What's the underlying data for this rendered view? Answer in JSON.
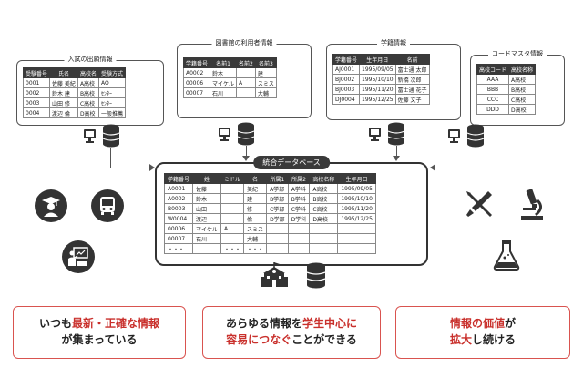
{
  "panels": [
    {
      "title": "入試の出願情報",
      "headers": [
        "受験番号",
        "氏名",
        "高校名",
        "受験方式"
      ],
      "rows": [
        [
          "0001",
          "佐藤 美紀",
          "A高校",
          "AO"
        ],
        [
          "0002",
          "鈴木 建",
          "B高校",
          "ｾﾝﾀｰ"
        ],
        [
          "0003",
          "山田 修",
          "C高校",
          "ｾﾝﾀｰ"
        ],
        [
          "0004",
          "渡辺 倫",
          "D高校",
          "一般推薦"
        ]
      ]
    },
    {
      "title": "図書館の利用者情報",
      "headers": [
        "学籍番号",
        "名前1",
        "名前2",
        "名前3"
      ],
      "rows": [
        [
          "A0002",
          "鈴木",
          "",
          "建"
        ],
        [
          "00006",
          "マイケル",
          "A",
          "スミス"
        ],
        [
          "00007",
          "石川",
          "",
          "大輔"
        ]
      ]
    },
    {
      "title": "学籍情報",
      "headers": [
        "学籍番号",
        "生年月日",
        "名前"
      ],
      "rows": [
        [
          "AJ0001",
          "1995/09/05",
          "富士通 太郎"
        ],
        [
          "BJ0002",
          "1995/10/10",
          "新橋 次郎"
        ],
        [
          "BJ0003",
          "1995/11/20",
          "富士通 花子"
        ],
        [
          "DJ0004",
          "1995/12/25",
          "佐藤 文子"
        ]
      ]
    },
    {
      "title": "コードマスタ情報",
      "headers": [
        "高校コード",
        "高校名称"
      ],
      "rows": [
        [
          "AAA",
          "A高校"
        ],
        [
          "BBB",
          "B高校"
        ],
        [
          "CCC",
          "C高校"
        ],
        [
          "DDD",
          "D高校"
        ]
      ]
    }
  ],
  "central": {
    "title": "統合データベース",
    "headers": [
      "学籍番号",
      "姓",
      "ミドル",
      "名",
      "所属1",
      "所属2",
      "高校名称",
      "生年月日"
    ],
    "rows": [
      [
        "A0001",
        "佐藤",
        "",
        "美紀",
        "A学部",
        "A学科",
        "A高校",
        "1995/09/05"
      ],
      [
        "A0002",
        "鈴木",
        "",
        "建",
        "B学部",
        "B学科",
        "B高校",
        "1995/10/10"
      ],
      [
        "B0003",
        "山田",
        "",
        "修",
        "C学部",
        "C学科",
        "C高校",
        "1995/11/20"
      ],
      [
        "W0004",
        "渡辺",
        "",
        "倫",
        "D学部",
        "D学科",
        "D高校",
        "1995/12/25"
      ],
      [
        "00006",
        "マイケル",
        "A",
        "スミス",
        "",
        "",
        "",
        ""
      ],
      [
        "00007",
        "石川",
        "",
        "大輔",
        "",
        "",
        "",
        ""
      ],
      [
        "・・・",
        "",
        "・・・",
        "・・・",
        "",
        "",
        "",
        ""
      ]
    ]
  },
  "icons": [
    "graduate-icon",
    "bus-icon",
    "teacher-icon",
    "tools-icon",
    "microscope-icon",
    "flask-icon",
    "school-icon",
    "database-icon",
    "computer-icon"
  ],
  "messages": [
    {
      "l1a": "いつも",
      "l1b": "最新・正確な情報",
      "l1c": "",
      "l2a": "が集まっている",
      "l2b": "",
      "l2c": ""
    },
    {
      "l1a": "あらゆる情報を",
      "l1b": "学生中心に",
      "l1c": "",
      "l2a": "容易につなぐ",
      "l2b": "ことができる",
      "l2c": ""
    },
    {
      "l1a": "情報の価値",
      "l1b": "が",
      "l1c": "",
      "l2a": "拡大",
      "l2b": "し続ける",
      "l2c": ""
    }
  ],
  "colors": {
    "accent": "#c9302c",
    "dark": "#333333",
    "border_red": "#d9534f"
  }
}
